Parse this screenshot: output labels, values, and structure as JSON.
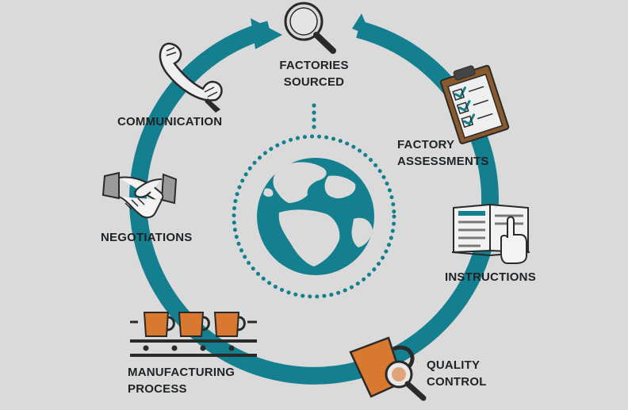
{
  "colors": {
    "background": "#dadada",
    "ring": "#137f8f",
    "globe_ocean": "#137f8f",
    "globe_land": "#dadada",
    "accent_orange": "#d9782f",
    "icon_outline": "#2a2a2a",
    "label_text": "#1f2326"
  },
  "stages": [
    {
      "id": "factories",
      "line1": "FACTORIES",
      "line2": "SOURCED",
      "icon": "magnifying-glass-icon"
    },
    {
      "id": "assessments",
      "line1": "FACTORY",
      "line2": "ASSESSMENTS",
      "icon": "clipboard-checklist-icon"
    },
    {
      "id": "instructions",
      "line1": "INSTRUCTIONS",
      "line2": "",
      "icon": "open-book-icon"
    },
    {
      "id": "quality",
      "line1": "QUALITY",
      "line2": "CONTROL",
      "icon": "mug-inspection-icon"
    },
    {
      "id": "manufacturing",
      "line1": "MANUFACTURING",
      "line2": "PROCESS",
      "icon": "conveyor-mugs-icon"
    },
    {
      "id": "negotiations",
      "line1": "NEGOTIATIONS",
      "line2": "",
      "icon": "handshake-icon"
    },
    {
      "id": "communication",
      "line1": "COMMUNICATION",
      "line2": "",
      "icon": "telephone-handset-icon"
    }
  ]
}
